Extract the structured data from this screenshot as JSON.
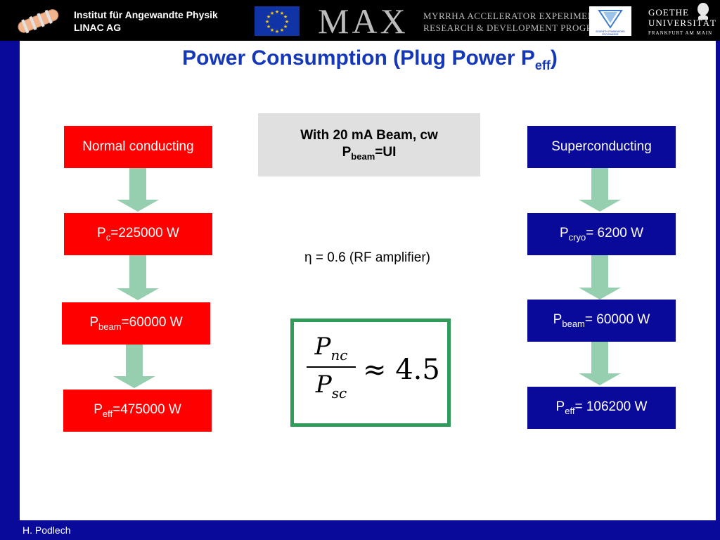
{
  "header": {
    "institute_line1": "Institut für Angewandte Physik",
    "institute_line2": "LINAC AG",
    "max_logo": "MAX",
    "program_line1": "MYRRHA ACCELERATOR EXPERIMENT",
    "program_line2": "RESEARCH & DEVELOPMENT PROGRAMME",
    "university_line1": "GOETHE",
    "university_line2": "UNIVERSITÄT",
    "university_line3": "FRANKFURT AM MAIN",
    "fp7_badge": "SEVENTH FRAMEWORK PROGRAMME"
  },
  "title": {
    "main": "Power Consumption (Plug Power P",
    "sub": "eff",
    "close": ")"
  },
  "center": {
    "line1": "With 20 mA Beam, cw",
    "line2_main": "P",
    "line2_sub": "beam",
    "line2_rest": "=UI",
    "eta_symbol": "η",
    "eta_text": " = 0.6 (RF amplifier)",
    "ratio_num_main": "P",
    "ratio_num_sub": "nc",
    "ratio_den_main": "P",
    "ratio_den_sub": "sc",
    "ratio_value": "≈ 4.5"
  },
  "left": {
    "header": "Normal conducting",
    "b1_main": "P",
    "b1_sub": "c",
    "b1_rest": "=225000 W",
    "b2_main": "P",
    "b2_sub": "beam",
    "b2_rest": "=60000 W",
    "b3_main": "P",
    "b3_sub": "eff",
    "b3_rest": "=475000 W"
  },
  "right": {
    "header": "Superconducting",
    "b1_main": "P",
    "b1_sub": "cryo",
    "b1_rest": "= 6200 W",
    "b2_main": "P",
    "b2_sub": "beam",
    "b2_rest": "= 60000 W",
    "b3_main": "P",
    "b3_sub": "eff",
    "b3_rest": "= 106200 W"
  },
  "footer": {
    "author": "H. Podlech"
  },
  "colors": {
    "accent_blue": "#0a0a9a",
    "title_blue": "#1538b8",
    "red": "#fe0000",
    "arrow_green": "#96cfb0",
    "frame_green": "#2e9b58"
  }
}
